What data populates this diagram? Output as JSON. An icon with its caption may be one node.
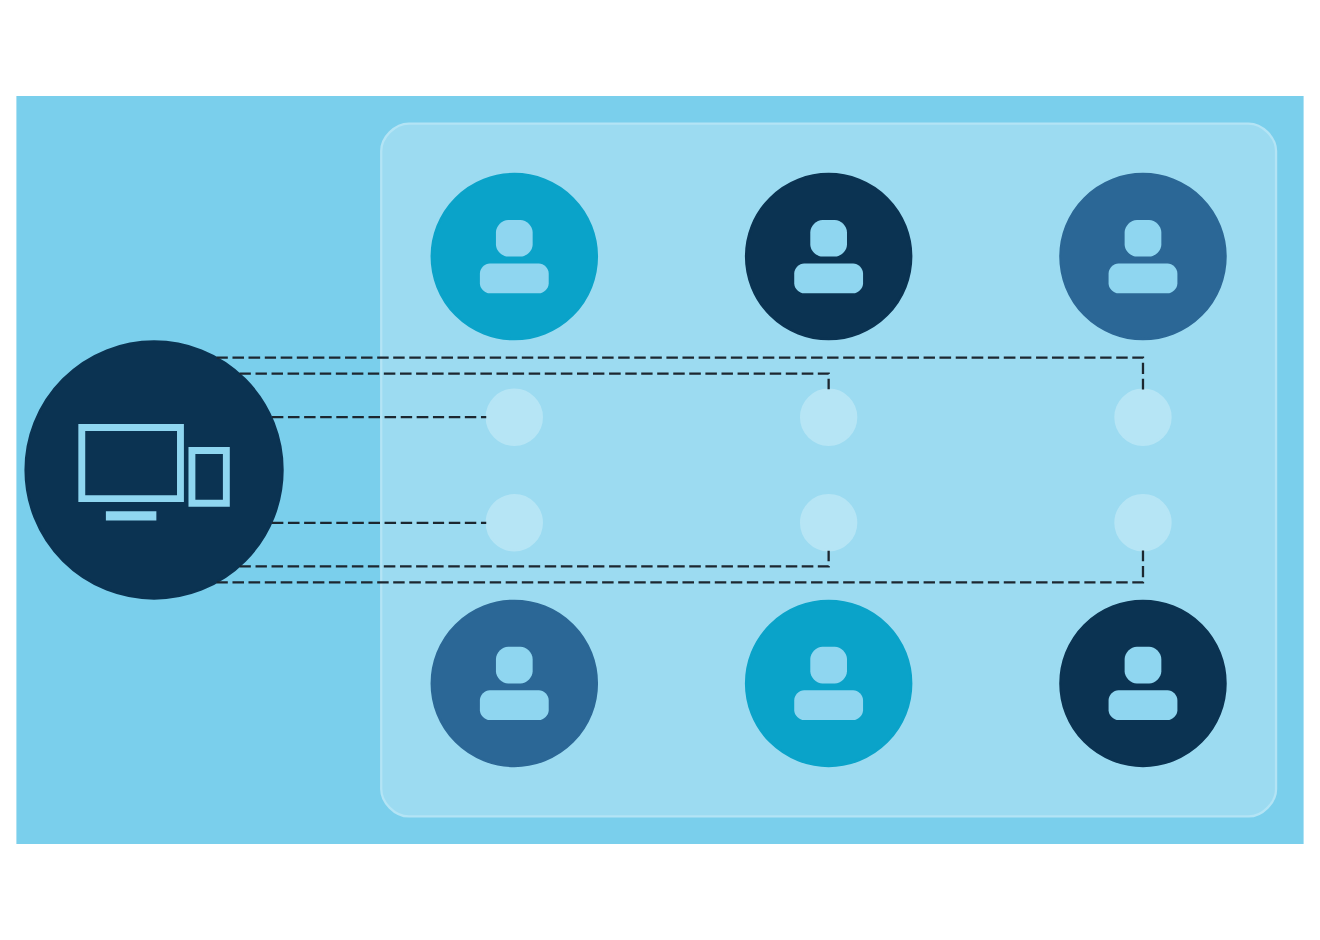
{
  "diagram": {
    "nodes": [
      {
        "text": [],
        "shape": "picture"
      },
      {
        "text": [],
        "shape": "box"
      },
      {
        "text": [],
        "shape": "person",
        "in": 1
      },
      {
        "text": [],
        "shape": "person",
        "in": 1
      },
      {
        "text": [],
        "shape": "person",
        "in": 1
      },
      {
        "text": [],
        "shape": "circle",
        "in": 1
      },
      {
        "text": [],
        "shape": "circle",
        "in": 1
      },
      {
        "text": [],
        "shape": "circle",
        "in": 1
      },
      {
        "text": [],
        "shape": "circle",
        "in": 1
      },
      {
        "text": [],
        "shape": "circle",
        "in": 1
      },
      {
        "text": [],
        "shape": "circle",
        "in": 1
      },
      {
        "text": [],
        "shape": "person",
        "in": 1
      },
      {
        "text": [],
        "shape": "person",
        "in": 1
      },
      {
        "text": [],
        "shape": "person",
        "in": 1
      }
    ],
    "edges": [
      {
        "from": 0,
        "to": 5,
        "arrow": "none",
        "style": "dashed"
      },
      {
        "from": 0,
        "to": 8,
        "arrow": "none",
        "style": "dashed"
      },
      {
        "from": 0,
        "to": 6,
        "arrow": "none",
        "style": "dashed"
      },
      {
        "from": 0,
        "to": 9,
        "arrow": "none",
        "style": "dashed"
      },
      {
        "from": 0,
        "to": 7,
        "arrow": "none",
        "style": "dashed"
      },
      {
        "from": 0,
        "to": 10,
        "arrow": "none",
        "style": "dashed"
      }
    ]
  }
}
